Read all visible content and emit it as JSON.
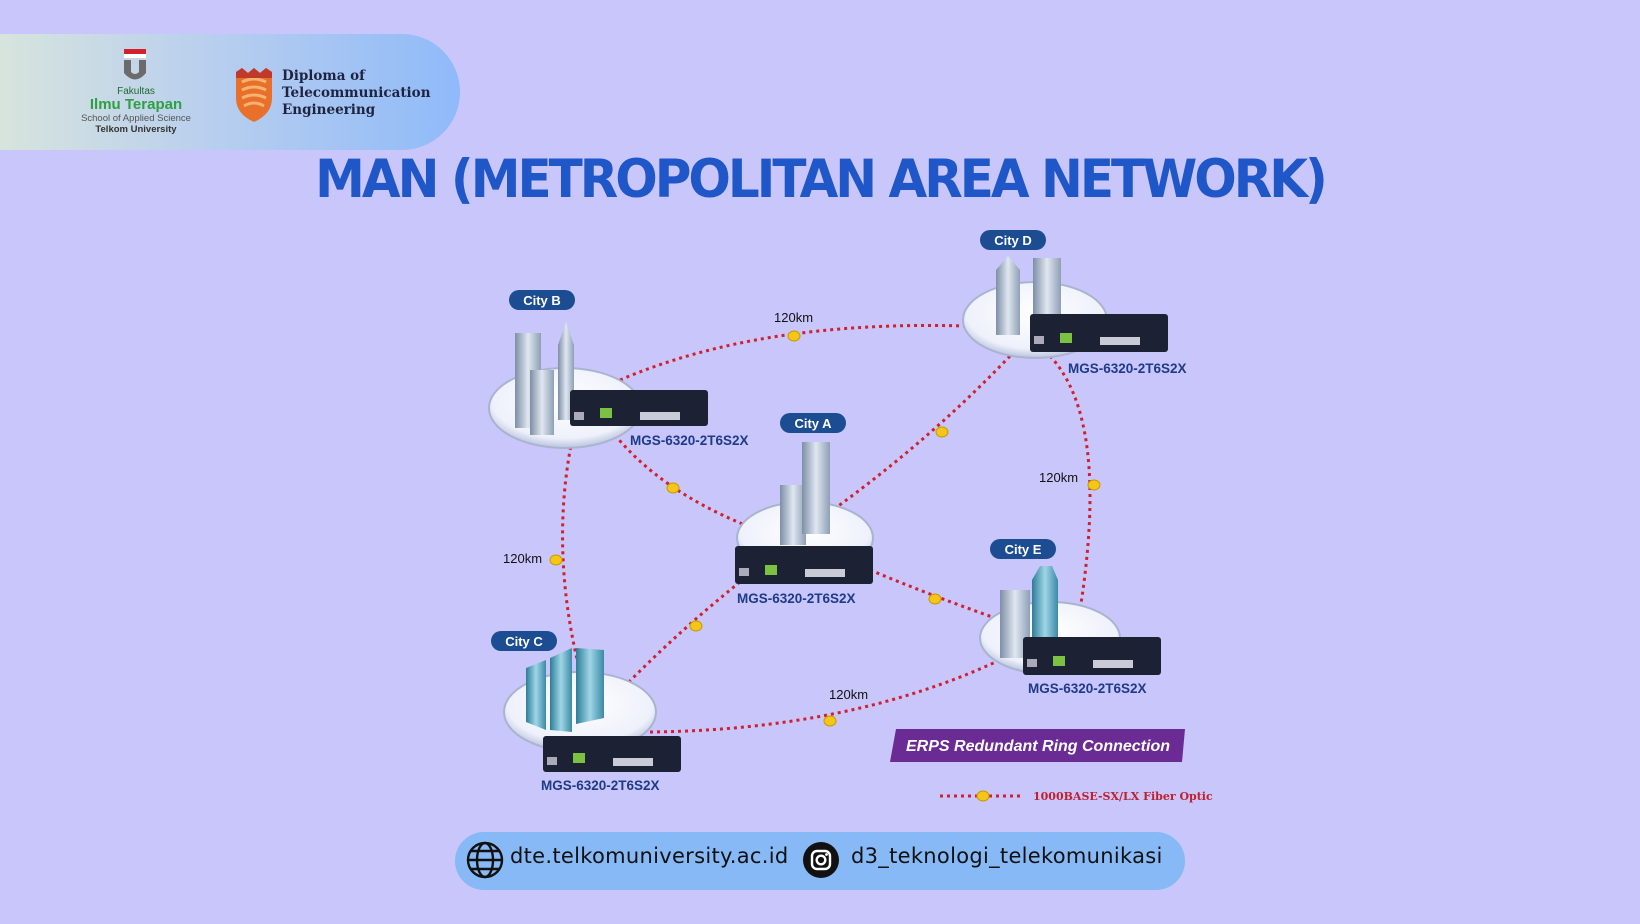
{
  "header": {
    "faculty": {
      "line1": "Fakultas",
      "line2": "Ilmu Terapan",
      "line3": "School of Applied Science",
      "line4": "Telkom University"
    },
    "program": {
      "line1": "Diploma of",
      "line2": "Telecommunication",
      "line3": "Engineering"
    }
  },
  "title": "MAN (METROPOLITAN AREA NETWORK)",
  "diagram": {
    "nodes": [
      {
        "city": "City A",
        "device": "MGS-6320-2T6S2X"
      },
      {
        "city": "City B",
        "device": "MGS-6320-2T6S2X"
      },
      {
        "city": "City C",
        "device": "MGS-6320-2T6S2X"
      },
      {
        "city": "City D",
        "device": "MGS-6320-2T6S2X"
      },
      {
        "city": "City E",
        "device": "MGS-6320-2T6S2X"
      }
    ],
    "distances": [
      "120km",
      "120km",
      "120km",
      "120km"
    ],
    "ring_label": "ERPS Redundant Ring Connection",
    "legend_label": "1000BASE-SX/LX Fiber Optic",
    "colors": {
      "link": "#d01f2d",
      "connector": "#f5c518",
      "switch": "#1c2233",
      "city_badge": "#1c4d93",
      "ring_badge": "#6b2b95"
    }
  },
  "footer": {
    "website": "dte.telkomuniversity.ac.id",
    "instagram": "d3_teknologi_telekomunikasi",
    "icons": [
      "globe-icon",
      "instagram-icon"
    ]
  }
}
